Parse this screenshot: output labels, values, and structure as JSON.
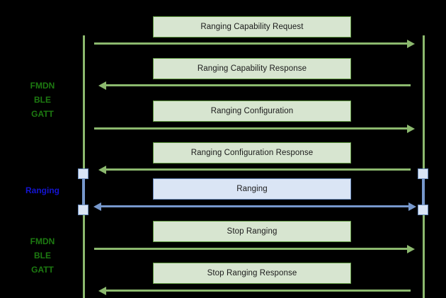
{
  "diagram": {
    "type": "sequence-diagram",
    "background_color": "#000000",
    "colors": {
      "green_line": "#8cb96e",
      "green_box_fill": "#d7e5d0",
      "green_box_border": "#5f9940",
      "green_label_text": "#1d7a11",
      "blue_line": "#7798cc",
      "blue_box_fill": "#dae5f5",
      "blue_box_border": "#6c8ebf",
      "blue_label_text": "#1414d2",
      "message_text": "#1a1a1a"
    },
    "lifelines": [
      {
        "name": "left-lifeline"
      },
      {
        "name": "right-lifeline"
      }
    ],
    "side_labels": [
      {
        "id": "group-fmdn-top",
        "lines": [
          "FMDN",
          "BLE",
          "GATT"
        ],
        "color_key": "green"
      },
      {
        "id": "group-ranging",
        "lines": [
          "Ranging"
        ],
        "color_key": "blue"
      },
      {
        "id": "group-fmdn-bottom",
        "lines": [
          "FMDN",
          "BLE",
          "GATT"
        ],
        "color_key": "green"
      }
    ],
    "messages": [
      {
        "id": "msg-ranging-capability-request",
        "label": "Ranging Capability Request",
        "style": "green",
        "direction": "right"
      },
      {
        "id": "msg-ranging-capability-response",
        "label": "Ranging Capability Response",
        "style": "green",
        "direction": "left"
      },
      {
        "id": "msg-ranging-configuration",
        "label": "Ranging Configuration",
        "style": "green",
        "direction": "right"
      },
      {
        "id": "msg-ranging-configuration-response",
        "label": "Ranging Configuration Response",
        "style": "green",
        "direction": "left"
      },
      {
        "id": "msg-ranging",
        "label": "Ranging",
        "style": "blue",
        "direction": "both"
      },
      {
        "id": "msg-stop-ranging",
        "label": "Stop Ranging",
        "style": "green",
        "direction": "right"
      },
      {
        "id": "msg-stop-ranging-response",
        "label": "Stop Ranging Response",
        "style": "green",
        "direction": "left"
      }
    ]
  }
}
